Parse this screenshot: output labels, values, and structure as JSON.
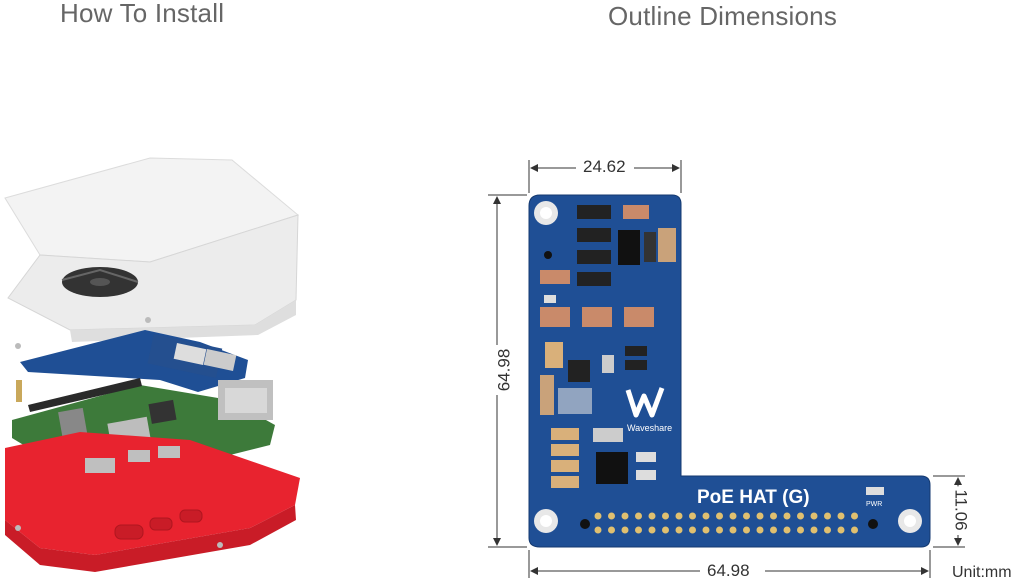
{
  "headings": {
    "install": "How To Install",
    "dimensions": "Outline Dimensions"
  },
  "dimensions": {
    "top_width": "24.62",
    "height": "64.98",
    "bottom_width": "64.98",
    "right_height": "11.06",
    "unit": "Unit:mm"
  },
  "board": {
    "name": "PoE HAT (G)",
    "brand": "Waveshare",
    "pwr_label": "PWR",
    "color": "#1f4f95"
  },
  "case": {
    "lid_color": "#f2f2f2",
    "base_color": "#e8232f"
  }
}
